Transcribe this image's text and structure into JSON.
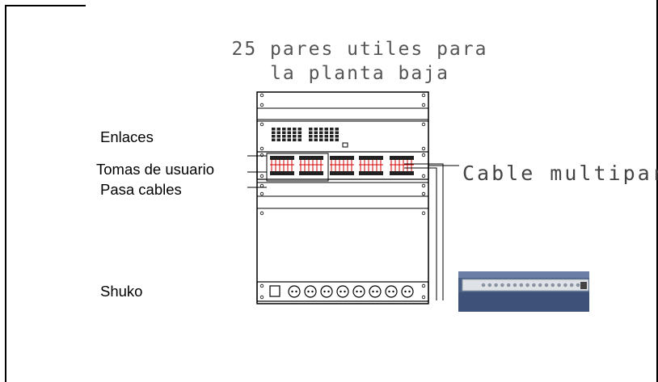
{
  "title": {
    "line1": "25 pares utiles para",
    "line2": "la planta baja"
  },
  "labels": {
    "enlaces": "Enlaces",
    "tomas": "Tomas de usuario",
    "pasa": "Pasa cables",
    "shuko": "Shuko"
  },
  "cable_label": "Cable multipar",
  "colors": {
    "line": "#000000",
    "wiring": "#d00000",
    "photo_bg": "#4a5f86",
    "photo_strip": "#dfe3e8"
  }
}
